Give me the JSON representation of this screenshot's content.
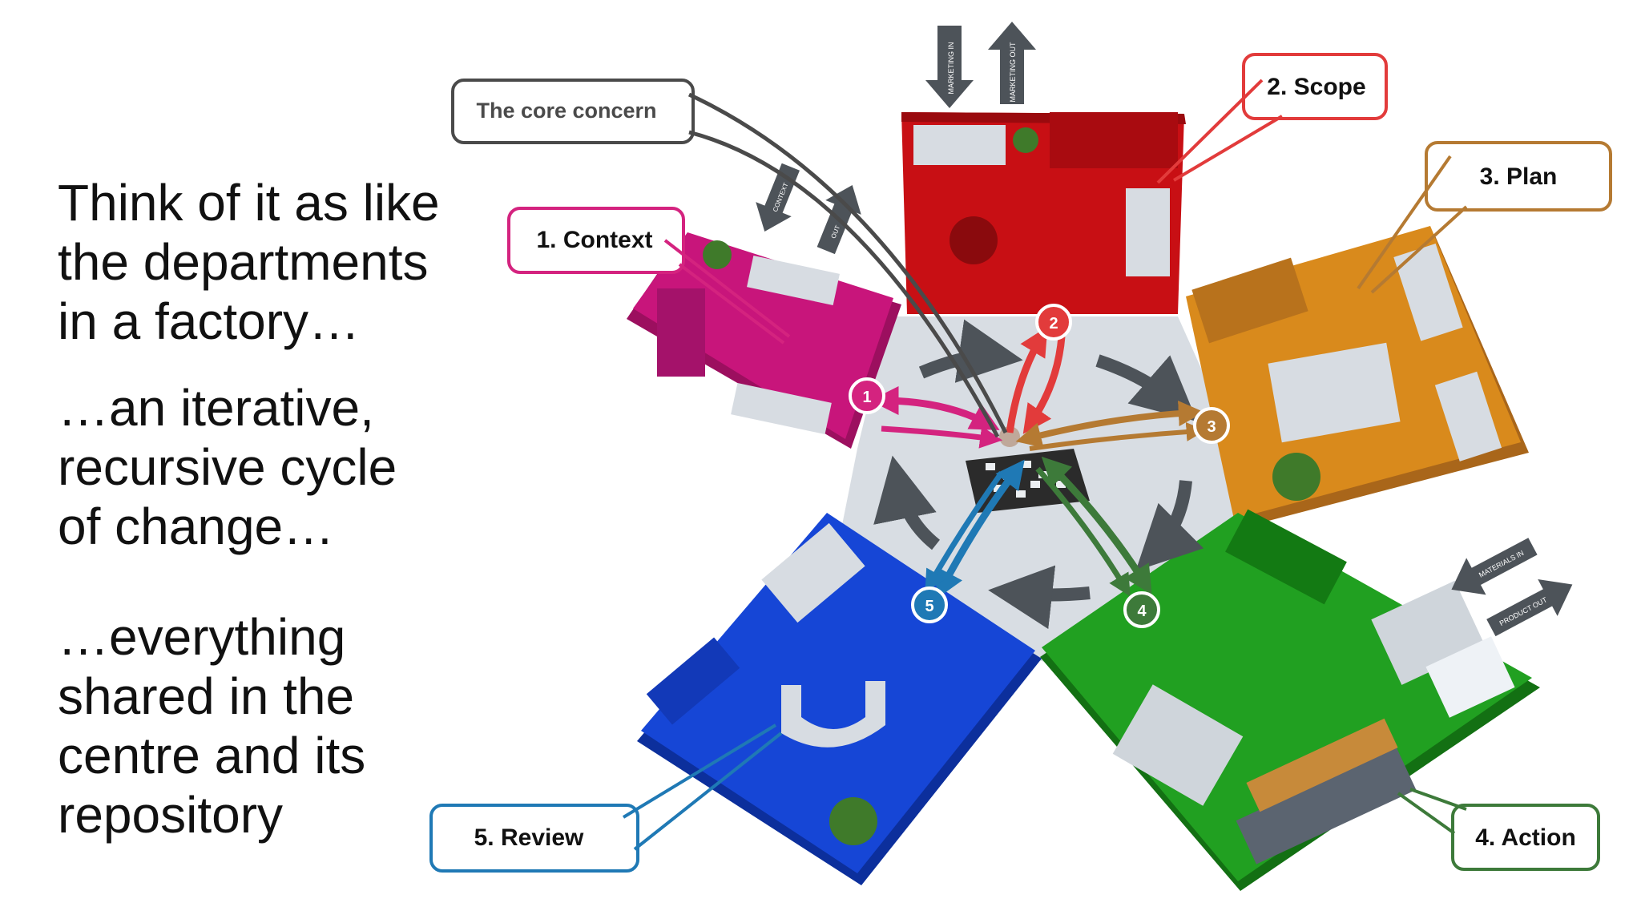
{
  "slide": {
    "paragraphs": [
      {
        "lines": [
          "Think of it as like",
          "the departments",
          "in a factory…"
        ]
      },
      {
        "lines": [
          "…an iterative,",
          "recursive cycle",
          "of change…"
        ]
      },
      {
        "lines": [
          "…everything",
          "shared in the",
          "centre and its",
          "repository"
        ]
      }
    ]
  },
  "diagram": {
    "core_callout": "The core concern",
    "departments": [
      {
        "number": "1",
        "label": "1. Context",
        "color": "#d4237f",
        "floor": "#c8157b"
      },
      {
        "number": "2",
        "label": "2. Scope",
        "color": "#e23b3b",
        "floor": "#c80f14"
      },
      {
        "number": "3",
        "label": "3. Plan",
        "color": "#b57a32",
        "floor": "#d98a1c"
      },
      {
        "number": "4",
        "label": "4. Action",
        "color": "#3d7a3a",
        "floor": "#21a021"
      },
      {
        "number": "5",
        "label": "5. Review",
        "color": "#1f79b5",
        "floor": "#1646d6"
      }
    ],
    "flow_labels": {
      "marketing_in": "MARKETING IN",
      "marketing_out": "MARKETING OUT",
      "context_in": "CONTEXT",
      "context_out": "OUT",
      "materials_in": "MATERIALS IN",
      "product_out": "PRODUCT OUT"
    },
    "colors": {
      "hub_floor": "#d8dde3",
      "cycle_arrow": "#4d5359",
      "callout_border_core": "#4a4a4a"
    }
  }
}
